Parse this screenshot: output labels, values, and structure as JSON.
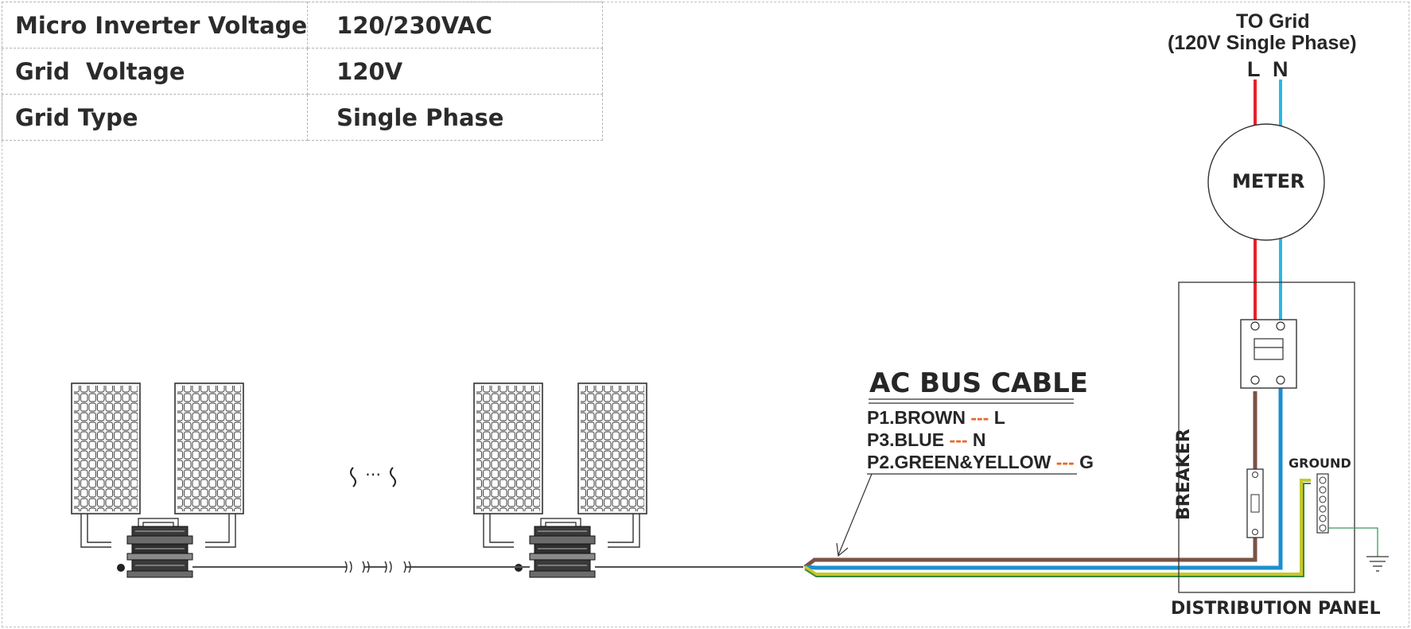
{
  "spec_table": {
    "rows": [
      {
        "label": "Micro Inverter Voltage",
        "value": "120/230VAC"
      },
      {
        "label": "Grid  Voltage",
        "value": "120V"
      },
      {
        "label": "Grid Type",
        "value": "Single Phase"
      }
    ]
  },
  "grid": {
    "title": "TO Grid",
    "subtitle": "(120V Single Phase)",
    "line_label": "L",
    "neutral_label": "N"
  },
  "meter": {
    "label": "METER"
  },
  "ac_bus_cable": {
    "title": "AC BUS CABLE",
    "entries": [
      {
        "name": "P1.BROWN",
        "dash": "---",
        "terminal": "L"
      },
      {
        "name": "P3.BLUE",
        "dash": "---",
        "terminal": "N"
      },
      {
        "name": "P2.GREEN&YELLOW",
        "dash": "---",
        "terminal": "G"
      }
    ]
  },
  "breaker": {
    "label": "BREAKER"
  },
  "ground": {
    "label": "GROUND"
  },
  "panel": {
    "label": "DISTRIBUTION PANEL"
  },
  "ellipsis": "⋯",
  "colors": {
    "line": "#e8212b",
    "neutral": "#29b7e6",
    "brown": "#7b5245",
    "bus_blue": "#1d8fcf",
    "green_yellow": "#c8c82a",
    "green": "#3a8a3a",
    "dash_orange": "#e8672a",
    "ground_green": "#3c9a5e"
  }
}
